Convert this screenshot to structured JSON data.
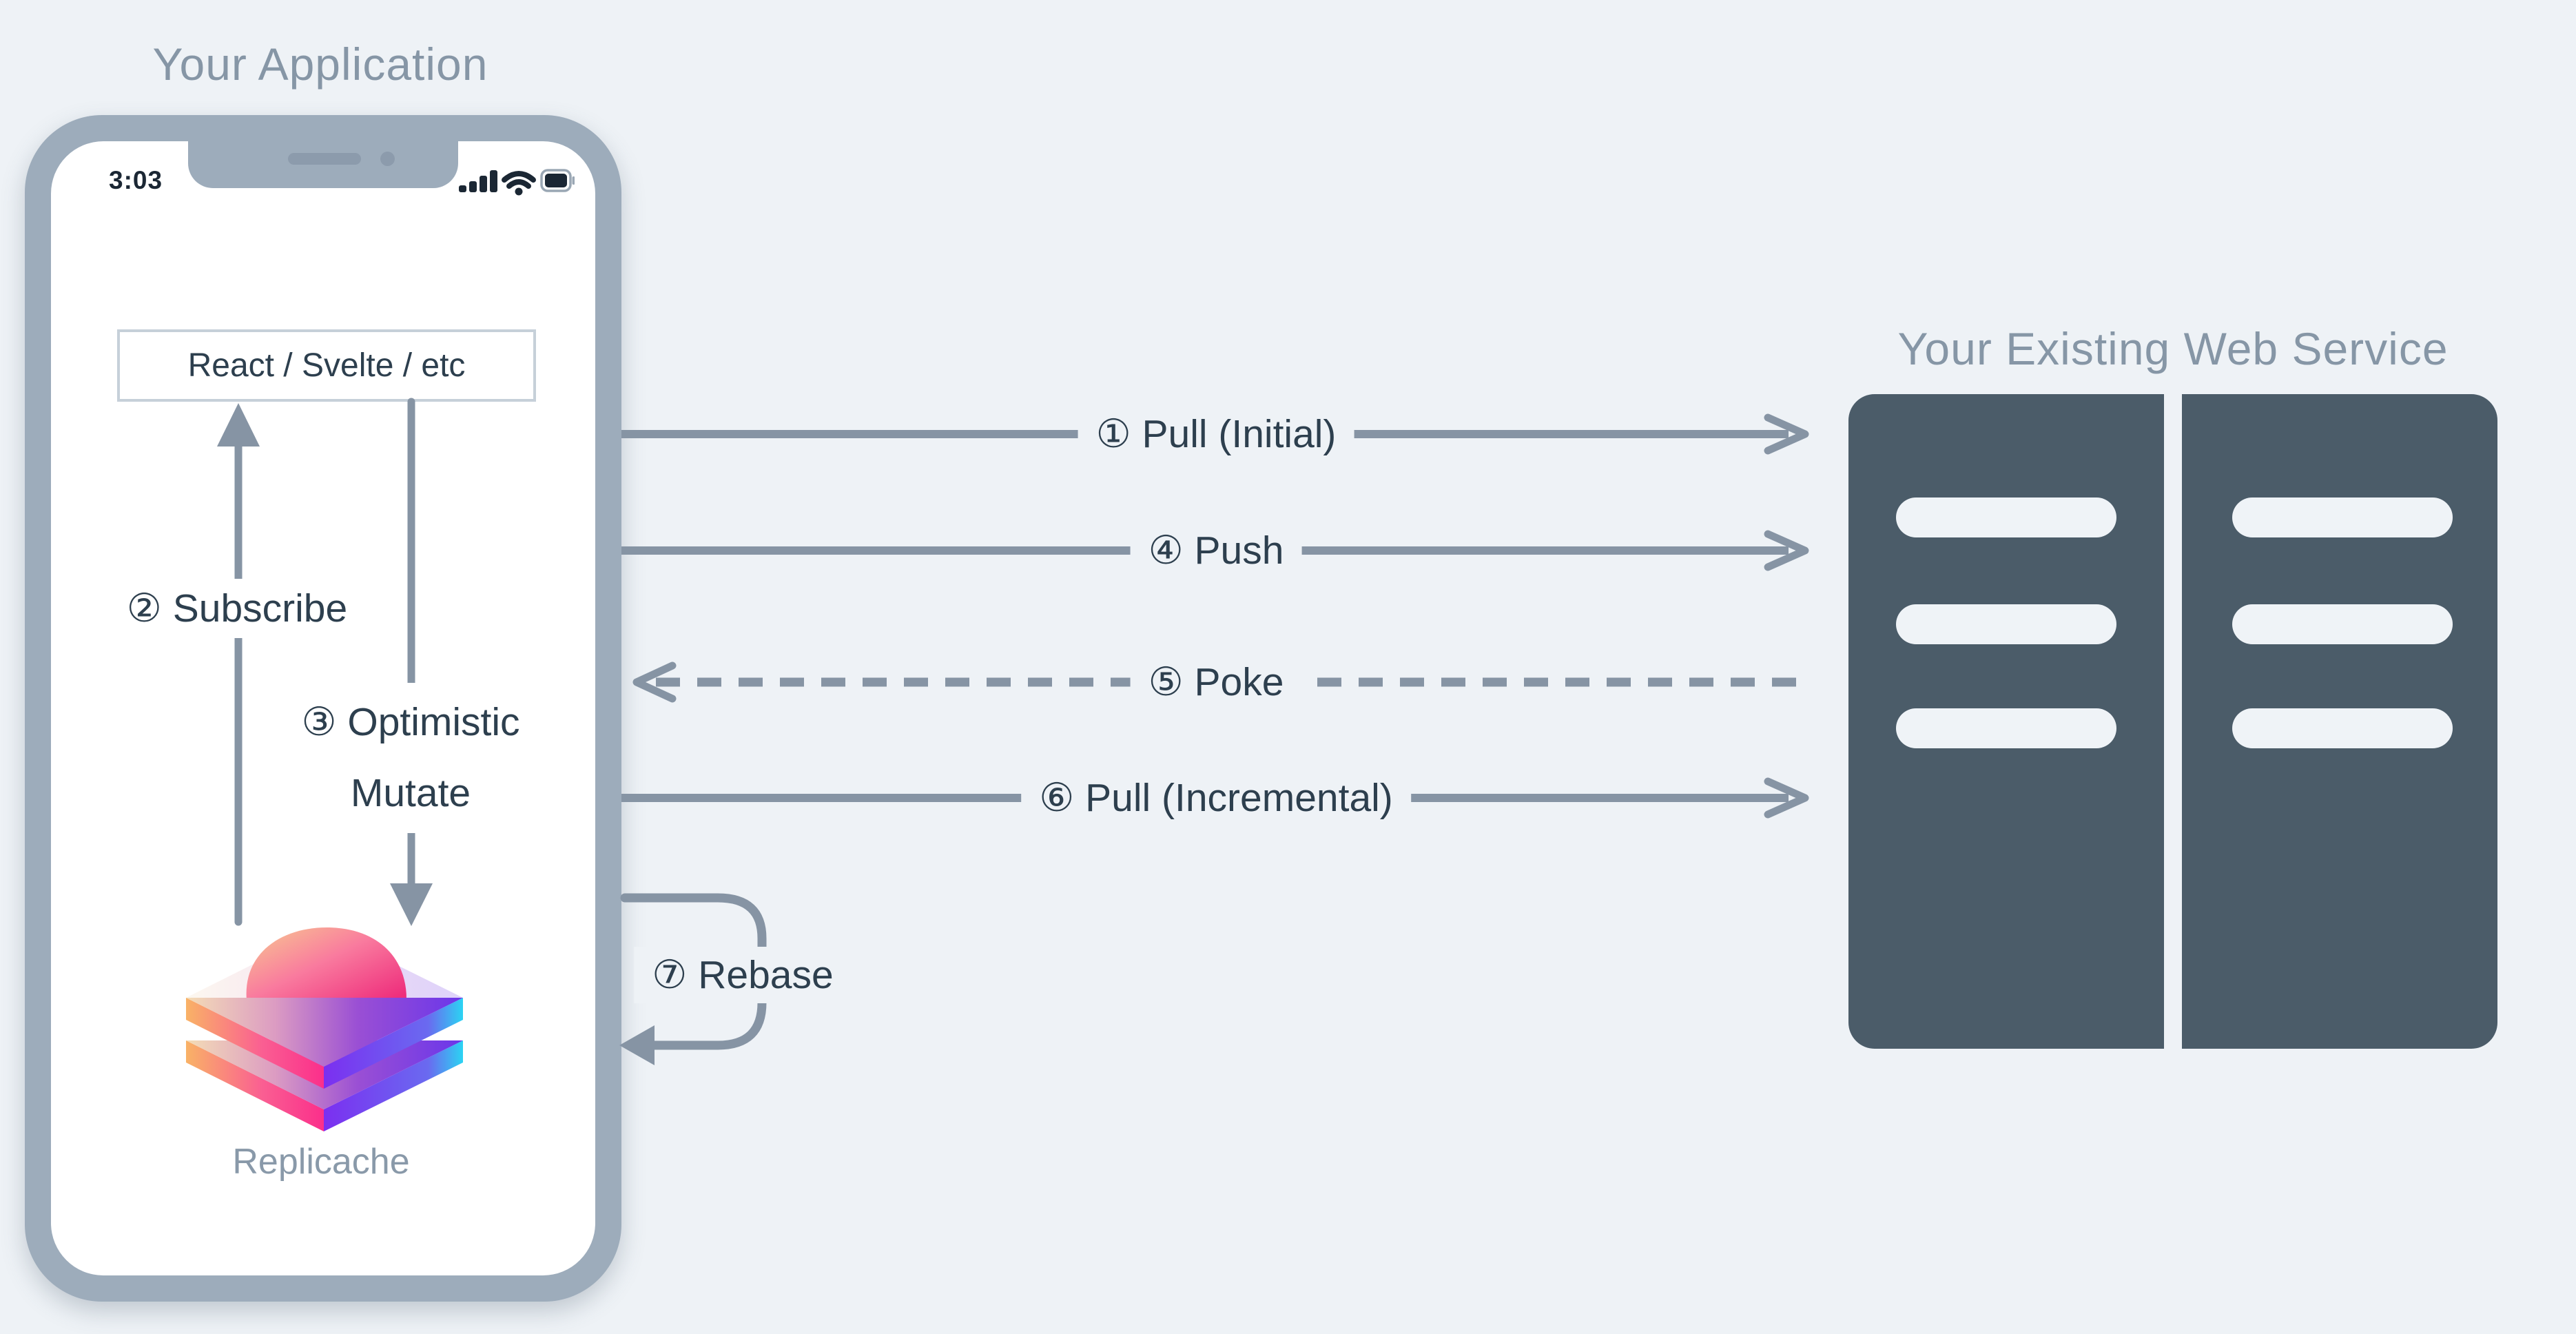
{
  "application": {
    "title": "Your Application",
    "phone": {
      "status_time": "3:03",
      "status_icons": [
        "signal-icon",
        "wifi-icon",
        "battery-icon"
      ],
      "framework_box_label": "React / Svelte / etc",
      "logo_label": "Replicache",
      "flows": {
        "subscribe": "② Subscribe",
        "optimistic_mutate": "③ Optimistic Mutate"
      }
    }
  },
  "web_service": {
    "title": "Your Existing Web Service",
    "server_count": 2,
    "slots_per_server": 3
  },
  "network_flows": {
    "pull_initial": {
      "label": "① Pull (Initial)",
      "direction": "right",
      "style": "solid"
    },
    "push": {
      "label": "④ Push",
      "direction": "right",
      "style": "solid"
    },
    "poke": {
      "label": "⑤ Poke",
      "direction": "left",
      "style": "dashed"
    },
    "pull_incremental": {
      "label": "⑥ Pull (Incremental)",
      "direction": "right",
      "style": "solid"
    },
    "rebase": {
      "label": "⑦ Rebase",
      "direction": "loop",
      "style": "solid"
    }
  },
  "colors": {
    "background": "#eef2f6",
    "phone_frame": "#9dacbb",
    "arrow": "#8694a4",
    "dark_text": "#2d3f4e",
    "gray_title": "#8696a6",
    "server": "#4b5c69",
    "box_border": "#c6d0d9",
    "logo_orange": "#f8c88c",
    "logo_pink": "#f23a87",
    "logo_purple": "#6d36ea",
    "logo_cyan": "#2bd4f3"
  }
}
